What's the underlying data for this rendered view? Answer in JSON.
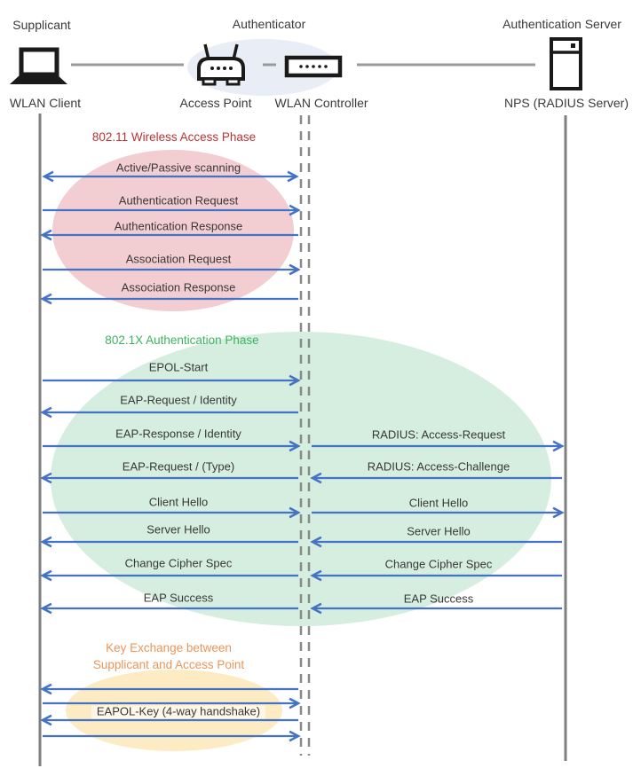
{
  "actors": [
    {
      "role": "Supplicant",
      "device": "WLAN Client"
    },
    {
      "role": "Authenticator",
      "devices": [
        "Access Point",
        "WLAN Controller"
      ]
    },
    {
      "role": "Authentication Server",
      "device": "NPS (RADIUS Server)"
    }
  ],
  "phases": [
    {
      "name": "802.11 Wireless Access Phase",
      "text_color": "#BB3333",
      "ellipse_color": "#F2CDD2"
    },
    {
      "name": "802.1X Authentication Phase",
      "text_color": "#3CB45F",
      "ellipse_color": "#D5EEDF"
    },
    {
      "name_line1": "Key Exchange between",
      "name_line2": "Supplicant and Access Point",
      "text_color": "#EB9659",
      "ellipse_color": "#FDEBC3"
    }
  ],
  "messages": {
    "client_to_controller": [
      "Active/Passive scanning",
      "Authentication Request",
      "Authentication Response",
      "Association Request",
      "Association Response",
      "EPOL-Start",
      "EAP-Request / Identity",
      "EAP-Response / Identity",
      "EAP-Request / (Type)",
      "Client Hello",
      "Server Hello",
      "Change Cipher Spec",
      "EAP Success",
      "EAPOL-Key (4-way handshake)"
    ],
    "controller_to_server": [
      "RADIUS: Access-Request",
      "RADIUS: Access-Challenge",
      "Client Hello",
      "Server Hello",
      "Change Cipher Spec",
      "EAP Success"
    ]
  },
  "colors": {
    "arrow": "#4472C4",
    "lifeline": "#7F7F7F",
    "authenticator_highlight": "#E9EDF6"
  }
}
